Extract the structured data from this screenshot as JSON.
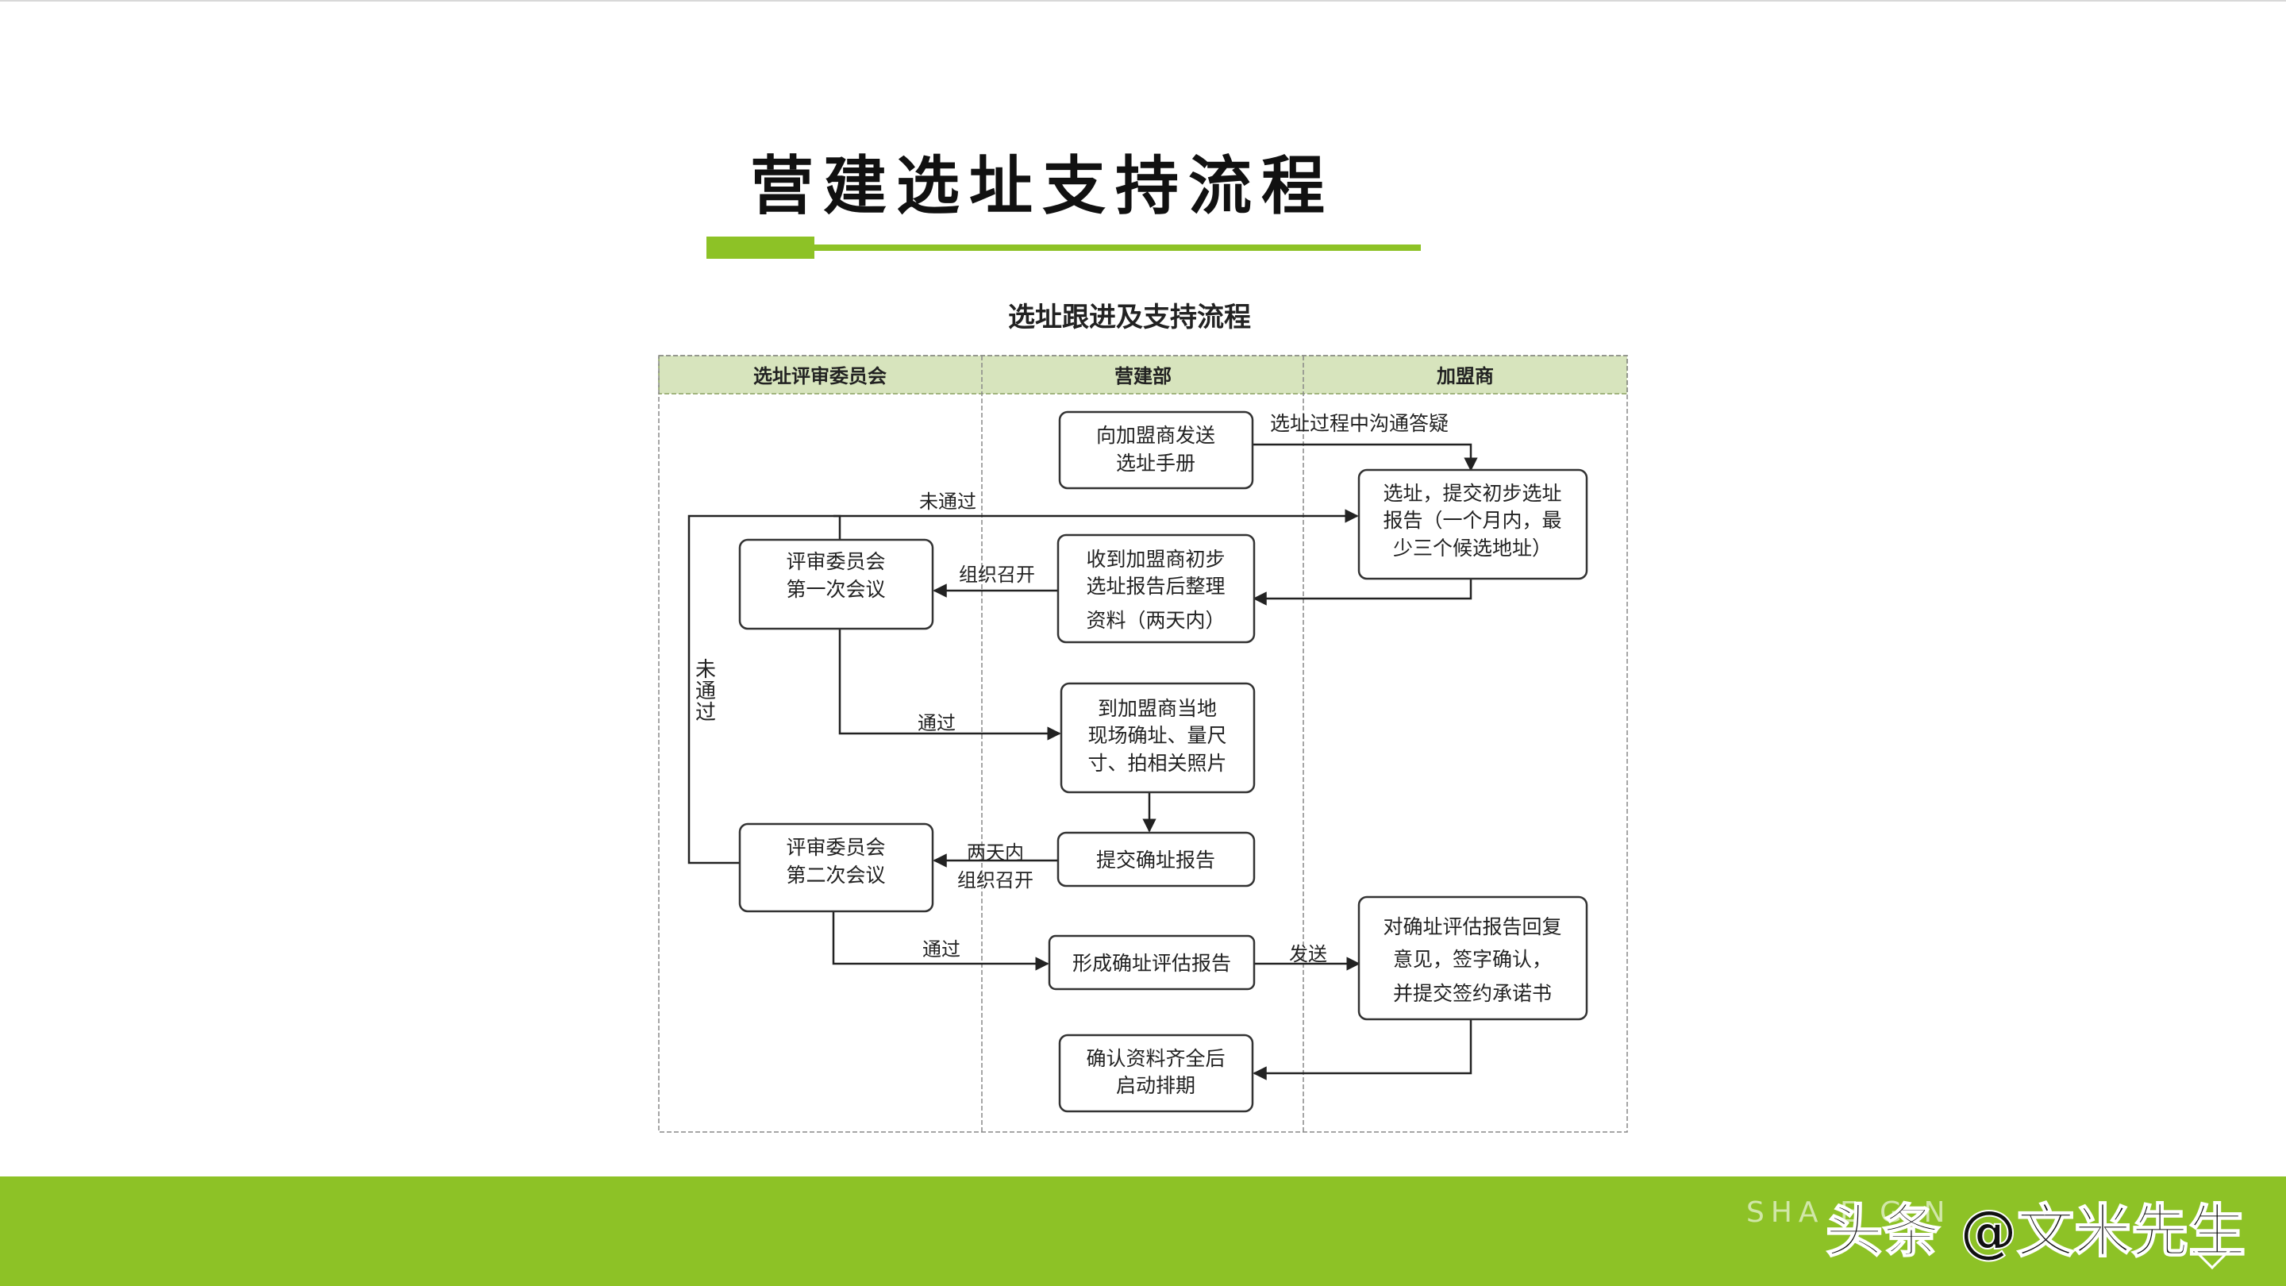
{
  "slide": {
    "title": "营建选址支持流程",
    "diagram_caption": "选址跟进及支持流程"
  },
  "lanes": [
    {
      "id": "committee",
      "label": "选址评审委员会"
    },
    {
      "id": "construction",
      "label": "营建部"
    },
    {
      "id": "franchisee",
      "label": "加盟商"
    }
  ],
  "nodes": {
    "send_manual": [
      "向加盟商发送",
      "选址手册"
    ],
    "submit_initial": [
      "选址，提交初步选址",
      "报告（一个月内，最",
      "少三个候选地址）"
    ],
    "receive_report": [
      "收到加盟商初步",
      "选址报告后整理",
      "资料（两天内）"
    ],
    "first_meeting": [
      "评审委员会",
      "第一次会议"
    ],
    "site_visit": [
      "到加盟商当地",
      "现场确址、量尺",
      "寸、拍相关照片"
    ],
    "submit_confirm": [
      "提交确址报告"
    ],
    "second_meeting": [
      "评审委员会",
      "第二次会议"
    ],
    "evaluation_report": [
      "形成确址评估报告"
    ],
    "franchisee_feedback": [
      "对确址评估报告回复",
      "意见，签字确认，",
      "并提交签约承诺书"
    ],
    "confirm_schedule": [
      "确认资料齐全后",
      "启动排期"
    ]
  },
  "edge_labels": {
    "communicate": "选址过程中沟通答疑",
    "fail_top": "未通过",
    "convene": "组织召开",
    "fail_side": [
      "未",
      "通",
      "过"
    ],
    "pass_first": "通过",
    "two_days": [
      "两天内",
      "组织召开"
    ],
    "pass_second": "通过",
    "send": "发送"
  },
  "footer": {
    "faded_text": "SHA     E        G   N",
    "watermark": "头条 @文米先生"
  },
  "colors": {
    "accent_green": "#8dc226",
    "header_fill": "#d7e4bd"
  }
}
